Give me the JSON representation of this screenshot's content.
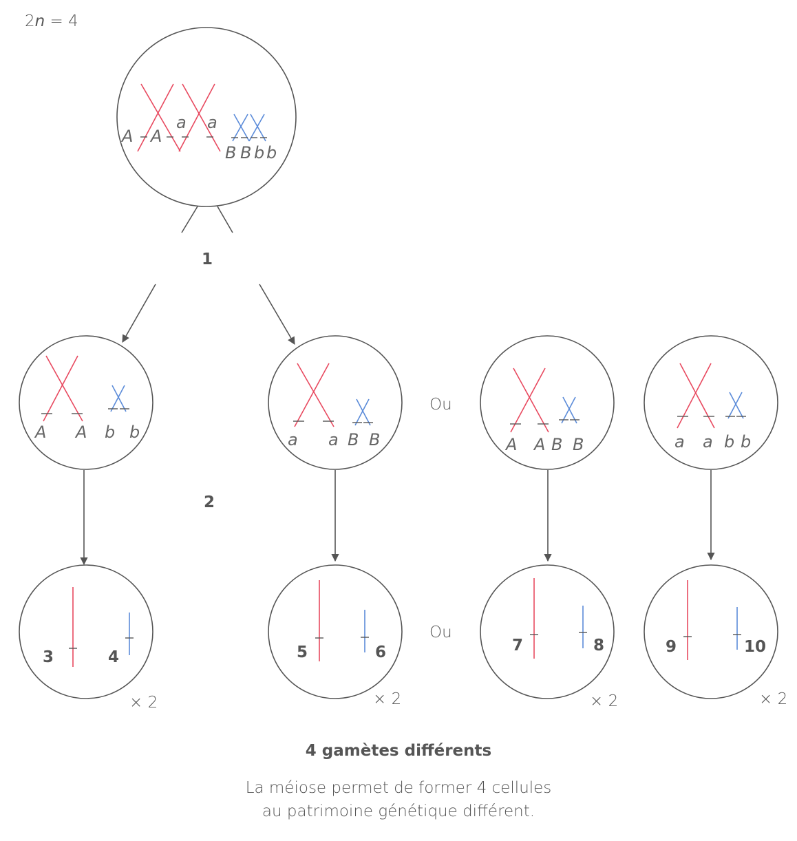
{
  "ploidy": {
    "prefix": "2",
    "var": "n",
    "suffix": " = 4"
  },
  "steps": {
    "meiosis1": "1",
    "meiosis2": "2"
  },
  "or_label": "Ou",
  "multiplier": "× 2",
  "heading": "4 gamètes différents",
  "caption": [
    "La méiose permet de former 4 cellules",
    "au patrimoine génétique différent."
  ],
  "colors": {
    "chrom_pair1": "#e8495f",
    "chrom_pair2": "#5b8bd9",
    "outline": "#555555",
    "text": "#555555"
  },
  "parent_cell": {
    "alleles": [
      "A",
      "A",
      "a",
      "a",
      "B",
      "B",
      "b",
      "b"
    ]
  },
  "meiosis1_cells": [
    {
      "alleles": [
        "A",
        "A",
        "b",
        "b"
      ]
    },
    {
      "alleles": [
        "a",
        "a",
        "B",
        "B"
      ]
    },
    {
      "alleles": [
        "A",
        "A",
        "B",
        "B"
      ]
    },
    {
      "alleles": [
        "a",
        "a",
        "b",
        "b"
      ]
    }
  ],
  "gamete_numbers": [
    [
      "3",
      "4"
    ],
    [
      "5",
      "6"
    ],
    [
      "7",
      "8"
    ],
    [
      "9",
      "10"
    ]
  ]
}
